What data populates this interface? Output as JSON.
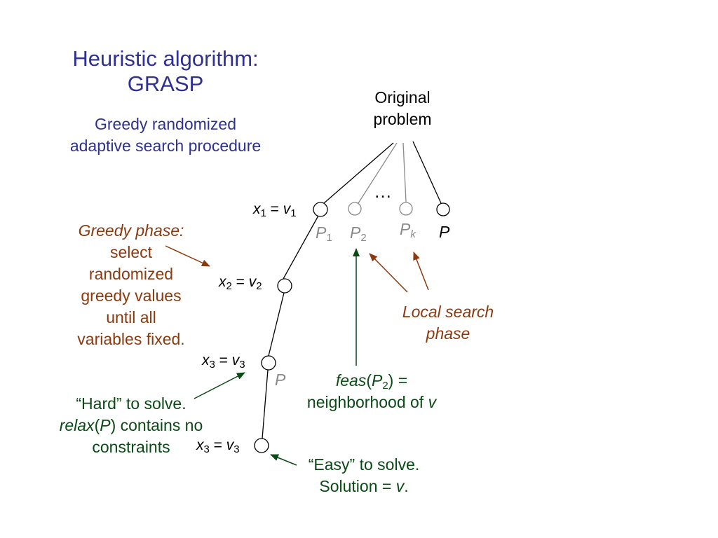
{
  "title": {
    "line1": "Heuristic algorithm:",
    "line2": "GRASP"
  },
  "subtitle": {
    "line1": "Greedy randomized",
    "line2": "adaptive search procedure"
  },
  "root": {
    "line1": "Original",
    "line2": "problem"
  },
  "ellipsis": "…",
  "nodes": {
    "n1": {
      "var": "x",
      "var_sub": "1",
      "eq": " = ",
      "val": "v",
      "val_sub": "1"
    },
    "n2": {
      "var": "x",
      "var_sub": "2",
      "eq": " = ",
      "val": "v",
      "val_sub": "2"
    },
    "n3": {
      "var": "x",
      "var_sub": "3",
      "eq": " = ",
      "val": "v",
      "val_sub": "3"
    },
    "n4": {
      "var": "x",
      "var_sub": "3",
      "eq": " = ",
      "val": "v",
      "val_sub": "3"
    }
  },
  "subproblems": {
    "p1": {
      "name": "P",
      "sub": "1"
    },
    "p2": {
      "name": "P",
      "sub": "2"
    },
    "pk": {
      "name": "P",
      "sub": "k"
    },
    "p": {
      "name": "P"
    },
    "p_mid": {
      "name": "P"
    }
  },
  "greedy_phase": {
    "heading": "Greedy phase:",
    "lines": [
      "select",
      "randomized",
      "greedy values",
      "until all",
      "variables fixed."
    ]
  },
  "local_search": {
    "line1": "Local search",
    "line2": "phase"
  },
  "feas": {
    "fn": "feas",
    "open": "(",
    "arg": "P",
    "arg_sub": "2",
    "close": ") =",
    "line2_text": "neighborhood of ",
    "line2_var": "v"
  },
  "hard": {
    "line1": "“Hard” to solve.",
    "line2_fn": "relax",
    "line2_open": "(",
    "line2_arg": "P",
    "line2_rest": ") contains no",
    "line3": "constraints"
  },
  "easy": {
    "line1": "“Easy” to solve.",
    "line2_text": "Solution = ",
    "line2_var": "v",
    "line2_end": "."
  },
  "colors": {
    "title": "#2E3192",
    "brown": "#8B3A0F",
    "green": "#0a4a14",
    "gray": "#8a8a8a"
  }
}
